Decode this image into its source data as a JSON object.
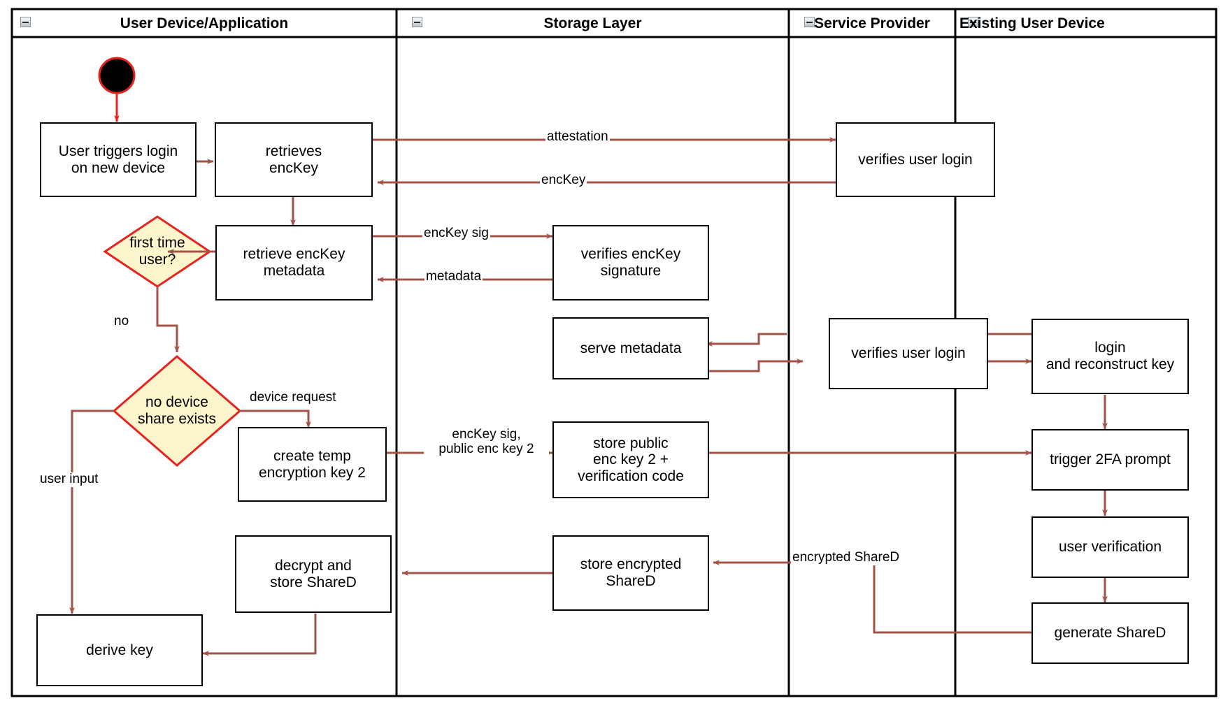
{
  "diagram": {
    "title": "Key recovery / device onboarding activity diagram",
    "type": "uml-activity-swimlane",
    "colors": {
      "edge": "#a35349",
      "node_border": "#000000",
      "node_fill": "#ffffff",
      "decision_fill": "#fdf6cd",
      "decision_border": "#e8231f",
      "start_fill": "#000000",
      "start_border": "#e8231f",
      "lane_border": "#000000",
      "text": "#000000"
    },
    "lanes": [
      {
        "id": "user-device",
        "label": "User Device/Application"
      },
      {
        "id": "storage-layer",
        "label": "Storage Layer"
      },
      {
        "id": "service-provider",
        "label": "Service Provider"
      },
      {
        "id": "existing-user-device",
        "label": "Existing User Device"
      }
    ],
    "start_node": {
      "name": "start-node"
    },
    "nodes": [
      {
        "id": "user-triggers-login",
        "lane": "user-device",
        "label": "User triggers login\non new device",
        "shape": "rect"
      },
      {
        "id": "retrieves-enckey",
        "lane": "user-device",
        "label": "retrieves\nencKey",
        "shape": "rect"
      },
      {
        "id": "retrieve-enckey-metadata",
        "lane": "user-device",
        "label": "retrieve encKey\nmetadata",
        "shape": "rect"
      },
      {
        "id": "first-time-user",
        "lane": "user-device",
        "label": "first time\nuser?",
        "shape": "diamond"
      },
      {
        "id": "no-device-share-exists",
        "lane": "user-device",
        "label": "no device\nshare exists",
        "shape": "diamond"
      },
      {
        "id": "create-temp-encryption-key-2",
        "lane": "user-device",
        "label": "create temp\nencryption key 2",
        "shape": "rect"
      },
      {
        "id": "decrypt-and-store-shared",
        "lane": "user-device",
        "label": "decrypt and\nstore ShareD",
        "shape": "rect"
      },
      {
        "id": "derive-key",
        "lane": "user-device",
        "label": "derive key",
        "shape": "rect"
      },
      {
        "id": "verifies-enckey-signature",
        "lane": "storage-layer",
        "label": "verifies encKey\nsignature",
        "shape": "rect"
      },
      {
        "id": "serve-metadata",
        "lane": "storage-layer",
        "label": "serve metadata",
        "shape": "rect"
      },
      {
        "id": "store-public-enc-key-2",
        "lane": "storage-layer",
        "label": "store public\nenc key 2 +\nverification code",
        "shape": "rect"
      },
      {
        "id": "store-encrypted-shared",
        "lane": "storage-layer",
        "label": "store encrypted\nShareD",
        "shape": "rect"
      },
      {
        "id": "verifies-user-login-1",
        "lane": "service-provider",
        "label": "verifies user login",
        "shape": "rect"
      },
      {
        "id": "verifies-user-login-2",
        "lane": "service-provider",
        "label": "verifies user login",
        "shape": "rect"
      },
      {
        "id": "login-and-reconstruct-key",
        "lane": "existing-user-device",
        "label": "login\nand reconstruct key",
        "shape": "rect"
      },
      {
        "id": "trigger-2fa-prompt",
        "lane": "existing-user-device",
        "label": "trigger 2FA prompt",
        "shape": "rect"
      },
      {
        "id": "user-verification",
        "lane": "existing-user-device",
        "label": "user verification",
        "shape": "rect"
      },
      {
        "id": "generate-shared",
        "lane": "existing-user-device",
        "label": "generate ShareD",
        "shape": "rect"
      }
    ],
    "edge_labels": [
      {
        "id": "attestation",
        "text": "attestation"
      },
      {
        "id": "enckey",
        "text": "encKey"
      },
      {
        "id": "enckey-sig",
        "text": "encKey sig"
      },
      {
        "id": "metadata",
        "text": "metadata"
      },
      {
        "id": "no",
        "text": "no"
      },
      {
        "id": "device-request",
        "text": "device request"
      },
      {
        "id": "user-input",
        "text": "user input"
      },
      {
        "id": "enckey-sig-public-enc-key-2",
        "text": "encKey sig,\npublic enc key 2"
      },
      {
        "id": "encrypted-shared",
        "text": "encrypted ShareD"
      }
    ]
  }
}
